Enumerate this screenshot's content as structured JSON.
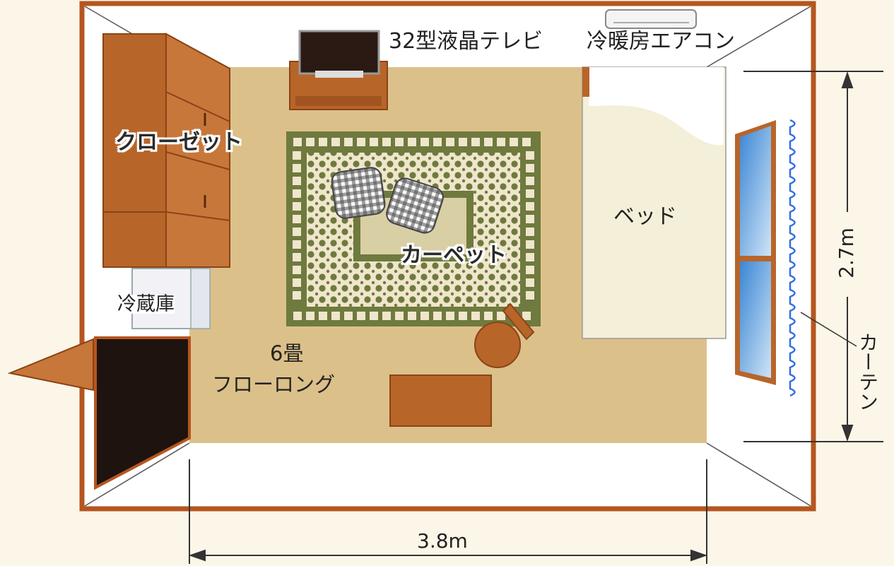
{
  "labels": {
    "tv": "32型液晶テレビ",
    "aircon": "冷暖房エアコン",
    "closet": "クローゼット",
    "fridge": "冷蔵庫",
    "carpet": "カーペット",
    "bed": "ベッド",
    "flooring_size": "6畳",
    "flooring": "フローロング",
    "curtain": "カーテン",
    "width_dim": "3.8m",
    "depth_dim": "2.7m"
  },
  "colors": {
    "wall": "#b5561f",
    "floor": "#dcc08a",
    "wood": "#b8652a",
    "wood_dark": "#8a4416",
    "carpet_green": "#6f7a3e",
    "carpet_cream": "#efe6cc",
    "window_blue": "#5a9ad6",
    "curtain": "#2f6fe0"
  },
  "icons": [
    "tv-icon",
    "aircon-icon",
    "closet-icon",
    "fridge-icon",
    "carpet-icon",
    "cushion-icon",
    "bed-icon",
    "chair-icon",
    "table-icon",
    "door-icon",
    "window-icon",
    "curtain-icon"
  ]
}
